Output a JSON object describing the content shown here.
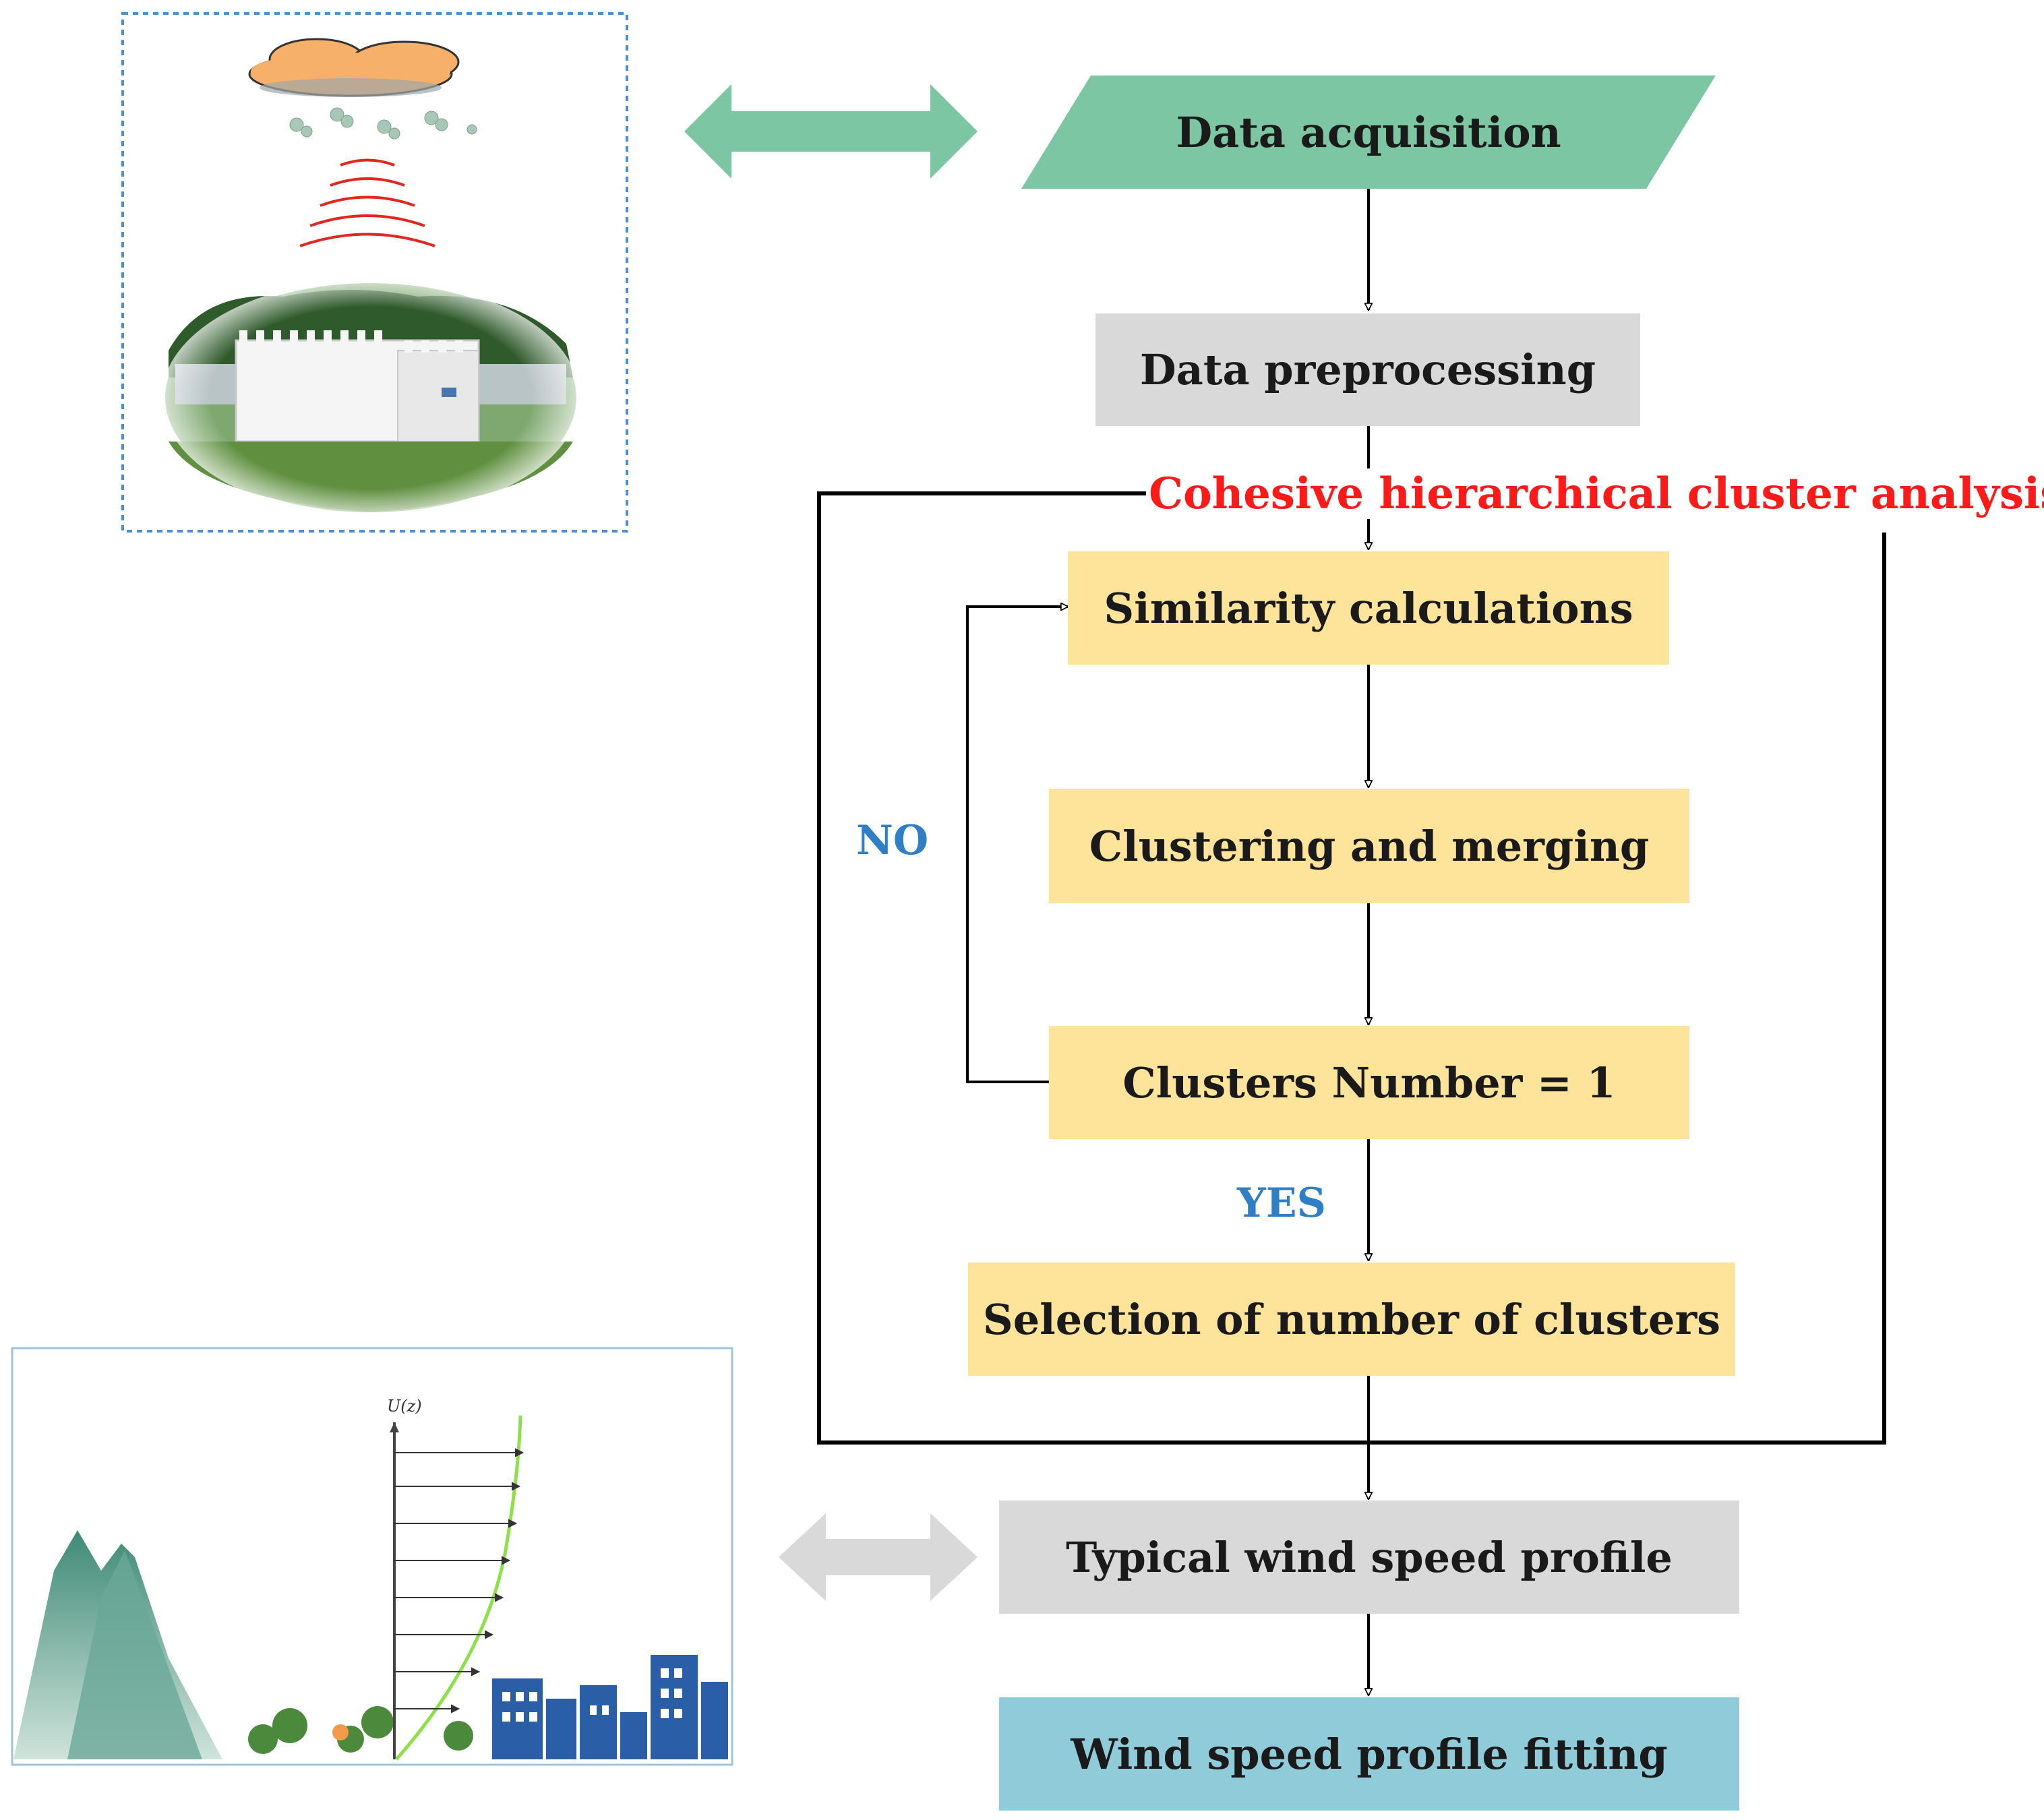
{
  "nodes": {
    "data_acquisition": "Data acquisition",
    "data_preprocessing": "Data preprocessing",
    "similarity_calculations": "Similarity calculations",
    "clustering_merging": "Clustering and merging",
    "clusters_number": "Clusters Number = 1",
    "selection_clusters": "Selection of number of clusters",
    "typical_profile": "Typical wind speed profile",
    "profile_fitting": "Wind speed profile fitting"
  },
  "labels": {
    "cluster_analysis": "Cohesive hierarchical cluster analysis",
    "no": "NO",
    "yes": "YES",
    "axis_label": "U(z)"
  },
  "colors": {
    "green": "#7cc6a4",
    "gray": "#d9d9d9",
    "yellow": "#fde49a",
    "blue": "#90cbd9",
    "red": "#ff1a1a",
    "label_blue": "#2f7fc6"
  }
}
